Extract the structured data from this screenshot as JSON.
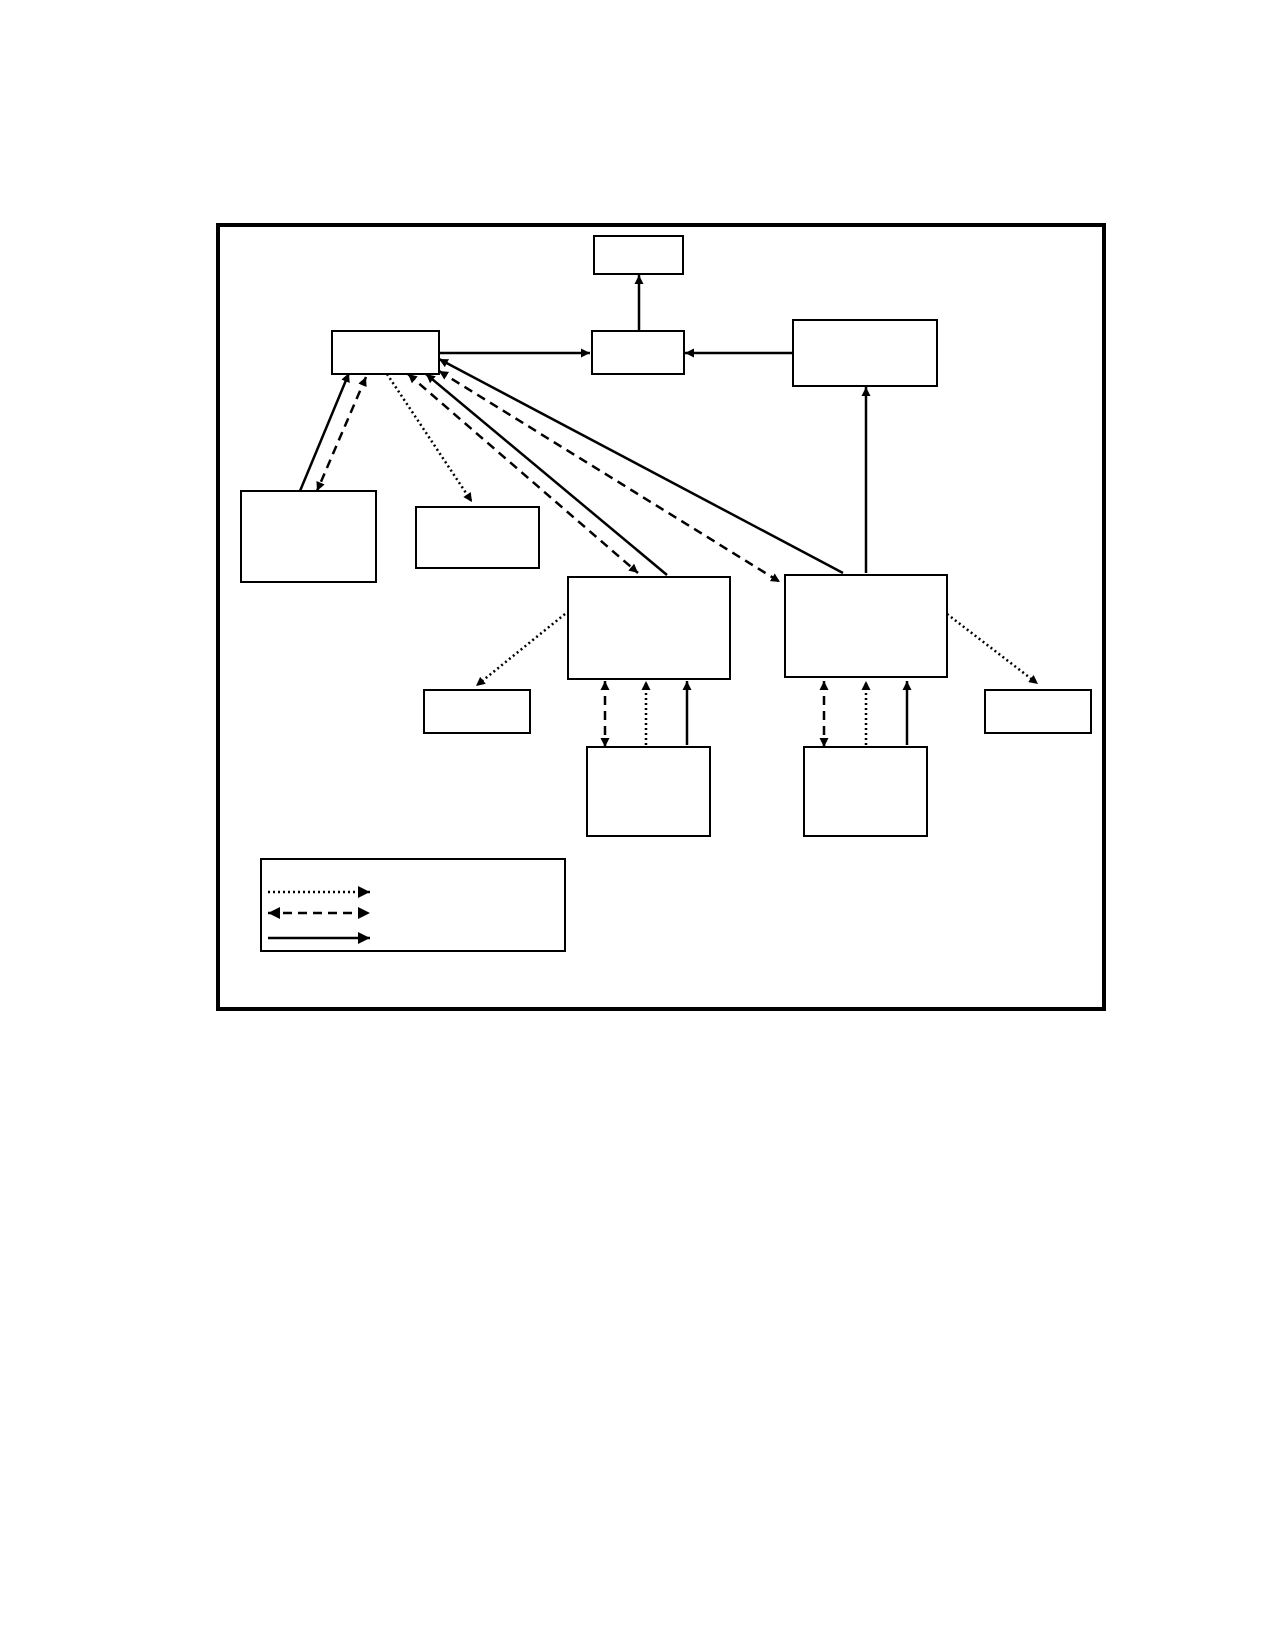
{
  "diagram": {
    "nodes": [
      {
        "id": "top-box",
        "label": ""
      },
      {
        "id": "center-box",
        "label": ""
      },
      {
        "id": "left-hub-box",
        "label": ""
      },
      {
        "id": "upper-right-box",
        "label": ""
      },
      {
        "id": "far-left-box",
        "label": ""
      },
      {
        "id": "mid-left-box",
        "label": ""
      },
      {
        "id": "lower-center-box",
        "label": ""
      },
      {
        "id": "lower-right-box",
        "label": ""
      },
      {
        "id": "small-left-box",
        "label": ""
      },
      {
        "id": "small-right-box",
        "label": ""
      },
      {
        "id": "bottom-center-box",
        "label": ""
      },
      {
        "id": "bottom-right-box",
        "label": ""
      }
    ],
    "edges": [
      {
        "from": "center-box",
        "to": "top-box",
        "style": "solid",
        "direction": "forward"
      },
      {
        "from": "left-hub-box",
        "to": "center-box",
        "style": "solid",
        "direction": "forward"
      },
      {
        "from": "upper-right-box",
        "to": "center-box",
        "style": "solid",
        "direction": "forward"
      },
      {
        "from": "far-left-box",
        "to": "left-hub-box",
        "style": "solid",
        "direction": "forward"
      },
      {
        "from": "far-left-box",
        "to": "left-hub-box",
        "style": "dashed",
        "direction": "both"
      },
      {
        "from": "left-hub-box",
        "to": "mid-left-box",
        "style": "dotted",
        "direction": "forward"
      },
      {
        "from": "left-hub-box",
        "to": "lower-center-box",
        "style": "dashed",
        "direction": "both"
      },
      {
        "from": "lower-center-box",
        "to": "left-hub-box",
        "style": "solid",
        "direction": "forward"
      },
      {
        "from": "left-hub-box",
        "to": "lower-right-box",
        "style": "dashed",
        "direction": "both"
      },
      {
        "from": "lower-right-box",
        "to": "left-hub-box",
        "style": "solid",
        "direction": "forward"
      },
      {
        "from": "lower-right-box",
        "to": "upper-right-box",
        "style": "solid",
        "direction": "forward"
      },
      {
        "from": "lower-center-box",
        "to": "small-left-box",
        "style": "dotted",
        "direction": "forward"
      },
      {
        "from": "lower-right-box",
        "to": "small-right-box",
        "style": "dotted",
        "direction": "forward"
      },
      {
        "from": "bottom-center-box",
        "to": "lower-center-box",
        "style": "dashed",
        "direction": "both"
      },
      {
        "from": "bottom-center-box",
        "to": "lower-center-box",
        "style": "dotted",
        "direction": "forward"
      },
      {
        "from": "bottom-center-box",
        "to": "lower-center-box",
        "style": "solid",
        "direction": "forward"
      },
      {
        "from": "bottom-right-box",
        "to": "lower-right-box",
        "style": "dashed",
        "direction": "both"
      },
      {
        "from": "bottom-right-box",
        "to": "lower-right-box",
        "style": "dotted",
        "direction": "forward"
      },
      {
        "from": "bottom-right-box",
        "to": "lower-right-box",
        "style": "solid",
        "direction": "forward"
      }
    ]
  },
  "legend": {
    "items": [
      {
        "style": "dotted",
        "direction": "forward",
        "label": ""
      },
      {
        "style": "dashed",
        "direction": "both",
        "label": ""
      },
      {
        "style": "solid",
        "direction": "forward",
        "label": ""
      }
    ]
  }
}
